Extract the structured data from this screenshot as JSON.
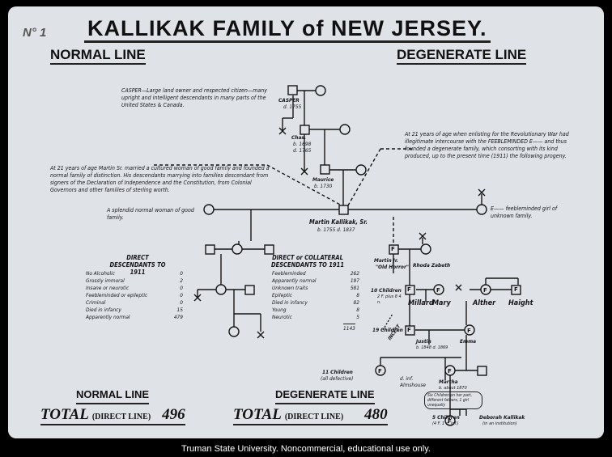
{
  "title": "KALLIKAK FAMILY of NEW JERSEY.",
  "corner_mark": "N° 1",
  "normal_line_heading": "NORMAL LINE",
  "degenerate_line_heading": "DEGENERATE LINE",
  "notes": {
    "casper": "CASPER—Large land owner and respected citizen—many upright and intelligent descendants in many parts of the United States & Canada.",
    "martin_normal": "At 21 years of age Martin Sr. married a cultured woman of good family and founded a normal family of distinction. His descendants marrying into families descendant from signers of the Declaration of Independence and the Constitution, from Colonial Governors and other families of sterling worth.",
    "martin_degenerate": "At 21 years of age when enlisting for the Revolutionary War had illegitimate intercourse with the FEEBLEMINDED E—— and thus founded a degenerate family, which consorting with its kind produced, up to the present time (1911) the following progeny.",
    "splendid_woman": "A splendid normal woman of good family.",
    "feebleminded_girl": "E—— feebleminded girl of unknown family."
  },
  "people": {
    "casper": "CASPER",
    "casper_date": "d. 1755",
    "chas": "Chas.",
    "chas_dates": "b. 1698 d. 1765",
    "maurice": "Maurice",
    "maurice_date": "b. 1730",
    "martin": "Martin Kallikak, Sr.",
    "martin_dates": "b. 1755   d. 1837",
    "martin_jr": "Martin Jr.",
    "old_horror": "\"Old Horror\"",
    "rhoda": "Rhoda Zabeth",
    "ten_children": "10 Children",
    "ten_children_detail": "2 F. plus 8 4 n.",
    "millard": "Millard",
    "mary": "Mary",
    "nineteen_children": "19 Children",
    "justin": "Justin",
    "justin_dates": "b. 1848 d. 1869",
    "emma": "Emma",
    "alther": "Alther",
    "haight": "Haight",
    "incest": "INCEST",
    "eleven_children": "11 Children",
    "eleven_children_detail": "(all defective)",
    "almshouse": "d. inf. Almshouse",
    "martha": "Martha",
    "martha_dates": "b. about 1870",
    "martha_detail": "Six Children on her part, different fathers, 1 girl unequally",
    "five_children": "5 Children",
    "five_children_detail": "(4 F. 1 d. inf.)",
    "deborah": "Deborah Kallikak",
    "deborah_detail": "(in an institution)"
  },
  "direct_table": {
    "title": "DIRECT DESCENDANTS TO 1911",
    "rows": [
      {
        "label": "No Alcoholic",
        "value": "0"
      },
      {
        "label": "Grossly immoral",
        "value": "2"
      },
      {
        "label": "Insane or neurotic",
        "value": "0"
      },
      {
        "label": "Feebleminded or epileptic",
        "value": "0"
      },
      {
        "label": "Criminal",
        "value": "0"
      },
      {
        "label": "Died in infancy",
        "value": "15"
      },
      {
        "label": "Apparently normal",
        "value": "479"
      }
    ]
  },
  "collateral_table": {
    "title": "DIRECT or COLLATERAL DESCENDANTS TO 1911",
    "rows": [
      {
        "label": "Feebleminded",
        "value": "262"
      },
      {
        "label": "Apparently normal",
        "value": "197"
      },
      {
        "label": "Unknown traits",
        "value": "581"
      },
      {
        "label": "Epileptic",
        "value": "8"
      },
      {
        "label": "Died in infancy",
        "value": "82"
      },
      {
        "label": "Young",
        "value": "8"
      },
      {
        "label": "Neurotic",
        "value": "5"
      }
    ],
    "sum": "1143"
  },
  "totals": {
    "normal_label": "NORMAL LINE",
    "normal_total_word": "TOTAL",
    "normal_total_qualifier": "(DIRECT LINE)",
    "normal_total_value": "496",
    "degenerate_label": "DEGENERATE LINE",
    "degenerate_total_word": "TOTAL",
    "degenerate_total_qualifier": "(DIRECT LINE)",
    "degenerate_total_value": "480"
  },
  "footer": "Truman State University.  Noncommercial, educational use only."
}
